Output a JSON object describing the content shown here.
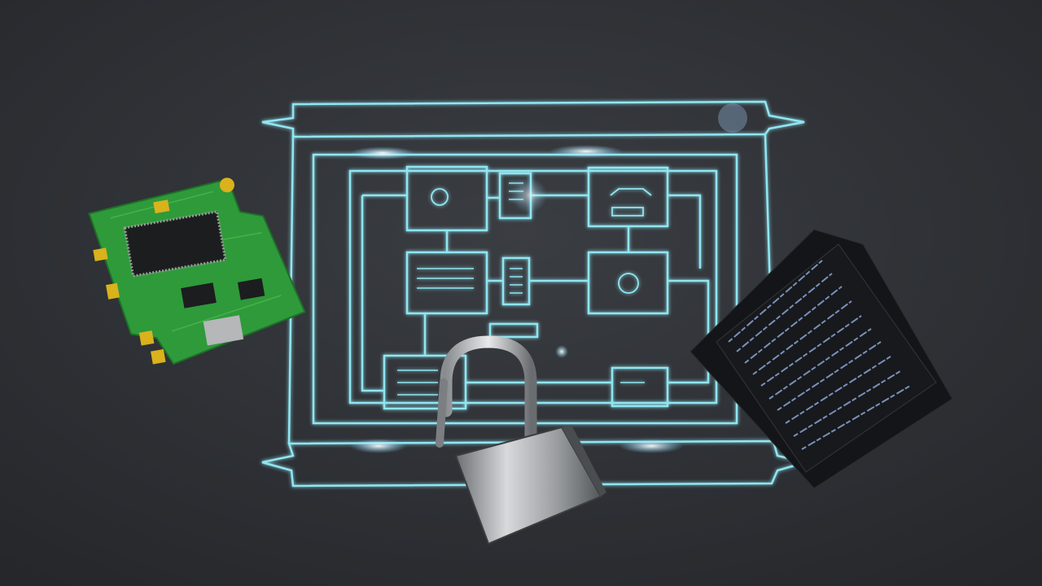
{
  "scene": {
    "colors": {
      "background": "#2e3135",
      "blueprint_line": "#8fe6f2",
      "glow": "#e8fbff",
      "pcb_green": "#2f9a3a",
      "pcb_gold": "#d9b21c",
      "chip": "#1c1d1f",
      "lock_metal": "#b9bcbf",
      "code_card": "#141518",
      "code_text": "#8aa6d6"
    },
    "objects": [
      "circuit-board",
      "blueprint-scroll",
      "padlock",
      "code-cards"
    ]
  }
}
